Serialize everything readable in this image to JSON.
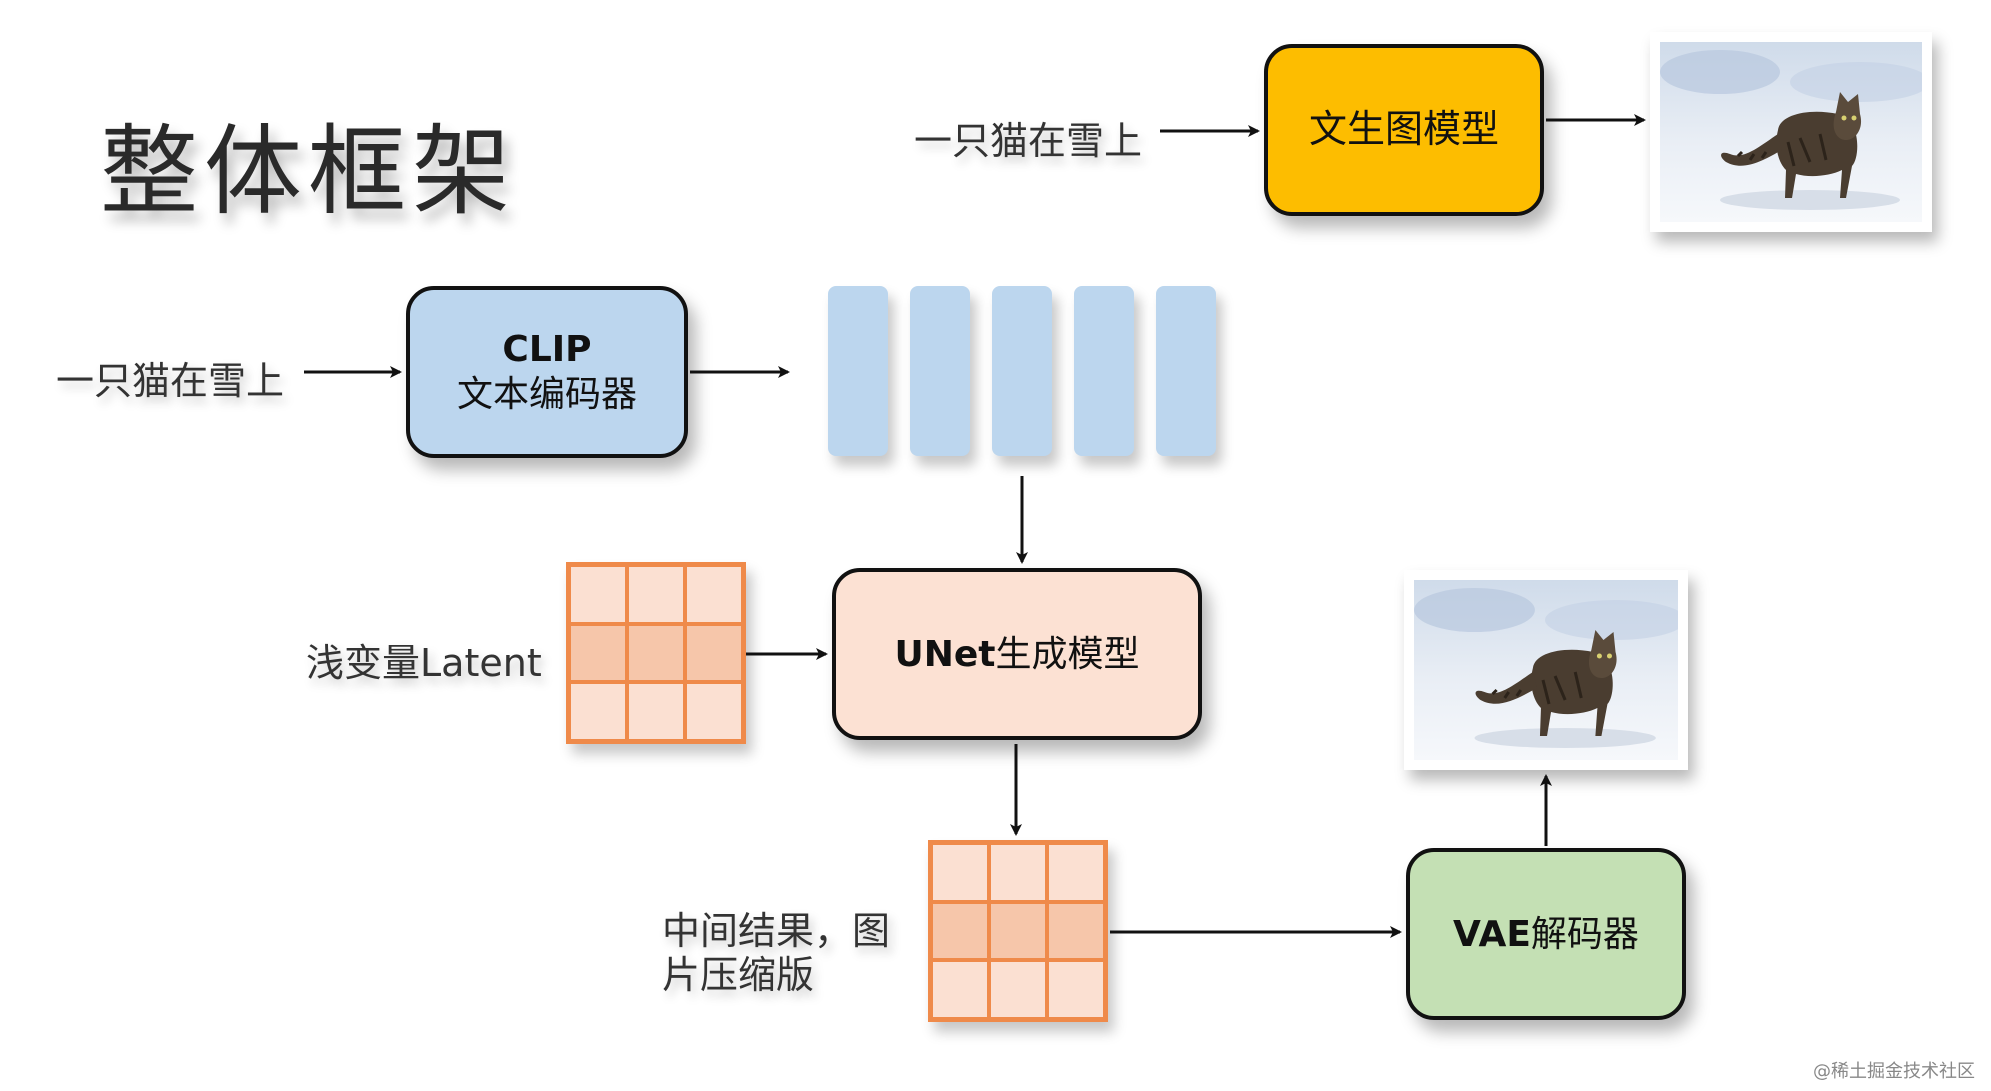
{
  "title": "整体框架",
  "top_row": {
    "input_text": "一只猫在雪上",
    "model_label": "文生图模型",
    "model_color": "#fdbd00"
  },
  "clip": {
    "input_text": "一只猫在雪上",
    "line1": "CLIP",
    "line2": "文本编码器",
    "color": "#bcd6ee"
  },
  "embeddings": {
    "count": 5,
    "color": "#bcd6ee"
  },
  "latent": {
    "label": "浅变量Latent"
  },
  "unet": {
    "label_bold": "UNet",
    "label_rest": "生成模型",
    "color": "#fce1d3"
  },
  "intermediate": {
    "line1": "中间结果，图",
    "line2": "片压缩版"
  },
  "vae": {
    "label_bold": "VAE",
    "label_rest": "解码器",
    "color": "#c4e0b4"
  },
  "images": {
    "icon": "cat-on-snow-photo"
  },
  "footer": "@稀土掘金技术社区",
  "colors": {
    "grid_border": "#ef8a4a",
    "grid_light": "#fbe0d2",
    "grid_dark": "#f6c6aa"
  }
}
